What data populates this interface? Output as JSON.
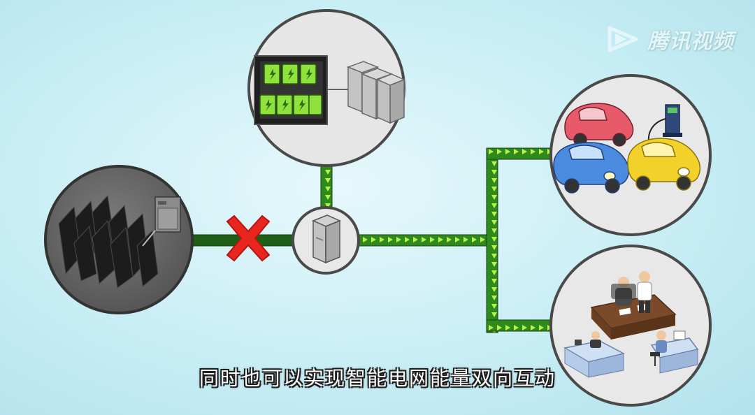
{
  "watermark": {
    "text": "腾讯视频",
    "icon": "play-logo-icon"
  },
  "subtitle": "同时也可以实现智能电网能量双向互动",
  "nodes": [
    "solar-panels",
    "battery-storage",
    "inverter-cabinet",
    "electric-vehicles",
    "office"
  ],
  "colors": {
    "background": "#c9eef5",
    "power_line": "#2f8a1e",
    "power_arrow": "#b8f24a",
    "cut_mark": "#e8261f",
    "circle_fill": "#e8e8e8",
    "circle_border": "#4a4a4a"
  }
}
